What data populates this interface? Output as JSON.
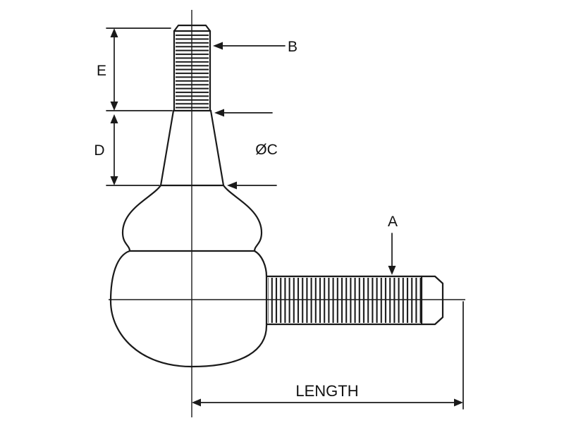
{
  "diagram": {
    "labels": {
      "stud_thread": "B",
      "stud_thread_length": "E",
      "taper_length": "D",
      "taper_diameter": "ØC",
      "shaft_thread": "A",
      "overall_length": "LENGTH"
    },
    "colors": {
      "line": "#1a1a1a",
      "background": "#ffffff"
    }
  }
}
